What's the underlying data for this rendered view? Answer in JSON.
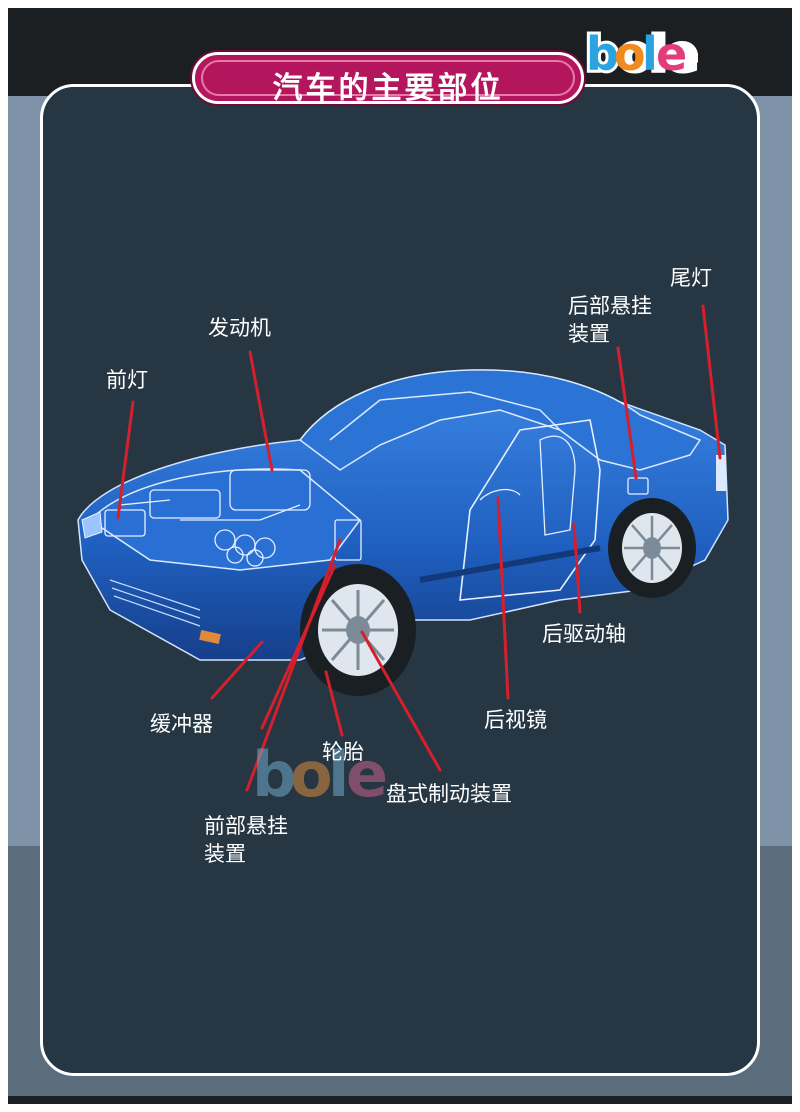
{
  "title": "汽车的主要部位",
  "logo_text": "bole",
  "colors": {
    "background_top": "#1c1f22",
    "background_band": "#7f93a8",
    "panel": "#263743",
    "car_body": "#1f5fbf",
    "callout_line": "#d51f2c",
    "title_pill": "#b3165c"
  },
  "labels": {
    "engine": "发动机",
    "headlight": "前灯",
    "rear_suspension": "后部悬挂装置",
    "taillight": "尾灯",
    "rear_drive_shaft": "后驱动轴",
    "bumper": "缓冲器",
    "tire": "轮胎",
    "rear_mirror": "后视镜",
    "disc_brake": "盘式制动装置",
    "front_suspension": "前部悬挂装置"
  }
}
